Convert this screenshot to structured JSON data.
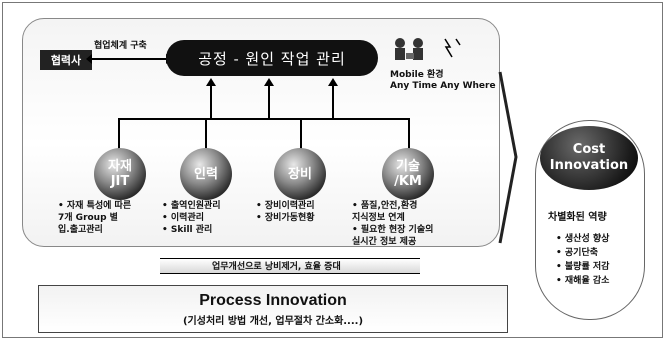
{
  "diagram": {
    "partner_label": "협력사",
    "cooperation_label": "협업체계 구축",
    "main_title": "공정 - 원인 작업 관리",
    "mobile_text_line1": "Mobile 환경",
    "mobile_text_line2": "Any Time Any Where",
    "modules": [
      {
        "title_line1": "자재",
        "title_line2": "JIT",
        "items": [
          "• 자재 특성에 따른",
          "  7개 Group 별",
          "  입.출고관리"
        ]
      },
      {
        "title_line1": "인력",
        "title_line2": "",
        "items": [
          "• 출역인원관리",
          "• 이력관리",
          "• Skill 관리"
        ]
      },
      {
        "title_line1": "장비",
        "title_line2": "",
        "items": [
          "• 장비이력관리",
          "• 장비가동현황"
        ]
      },
      {
        "title_line1": "기술",
        "title_line2": "/KM",
        "items": [
          "• 품질,안전,환경",
          "  지식정보 연계",
          "• 필요한 현장 기술의",
          "  실시간 정보 제공"
        ]
      }
    ],
    "improvement_label": "업무개선으로 낭비제거, 효율 증대",
    "process_title": "Process Innovation",
    "process_subtitle": "(기성처리 방법 개선, 업무절차 간소화....)",
    "cost_line1": "Cost",
    "cost_line2": "Innovation",
    "diff_label": "차별화된 역량",
    "cost_items": [
      "• 생산성 향상",
      "• 공기단축",
      "• 불량률 저감",
      "• 재해율 감소"
    ]
  }
}
